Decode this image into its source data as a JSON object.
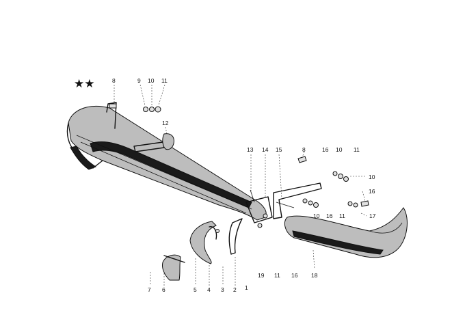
{
  "diagram": {
    "marker": "★★",
    "parts": [
      {
        "id": "c-8a",
        "label": "8"
      },
      {
        "id": "c-9",
        "label": "9"
      },
      {
        "id": "c-10a",
        "label": "10"
      },
      {
        "id": "c-11a",
        "label": "11"
      },
      {
        "id": "c-12",
        "label": "12"
      },
      {
        "id": "c-13",
        "label": "13"
      },
      {
        "id": "c-14",
        "label": "14"
      },
      {
        "id": "c-15",
        "label": "15"
      },
      {
        "id": "c-8b",
        "label": "8"
      },
      {
        "id": "c-16a",
        "label": "16"
      },
      {
        "id": "c-10b",
        "label": "10"
      },
      {
        "id": "c-11b",
        "label": "11"
      },
      {
        "id": "c-10c",
        "label": "10"
      },
      {
        "id": "c-16b",
        "label": "16"
      },
      {
        "id": "c-17",
        "label": "17"
      },
      {
        "id": "c-10d",
        "label": "10"
      },
      {
        "id": "c-16c",
        "label": "16"
      },
      {
        "id": "c-11c",
        "label": "11"
      },
      {
        "id": "c-7",
        "label": "7"
      },
      {
        "id": "c-6",
        "label": "6"
      },
      {
        "id": "c-5",
        "label": "5"
      },
      {
        "id": "c-4",
        "label": "4"
      },
      {
        "id": "c-3",
        "label": "3"
      },
      {
        "id": "c-2",
        "label": "2"
      },
      {
        "id": "c-1",
        "label": "1"
      },
      {
        "id": "c-19",
        "label": "19"
      },
      {
        "id": "c-11d",
        "label": "11"
      },
      {
        "id": "c-16d",
        "label": "16"
      },
      {
        "id": "c-18",
        "label": "18"
      }
    ]
  }
}
